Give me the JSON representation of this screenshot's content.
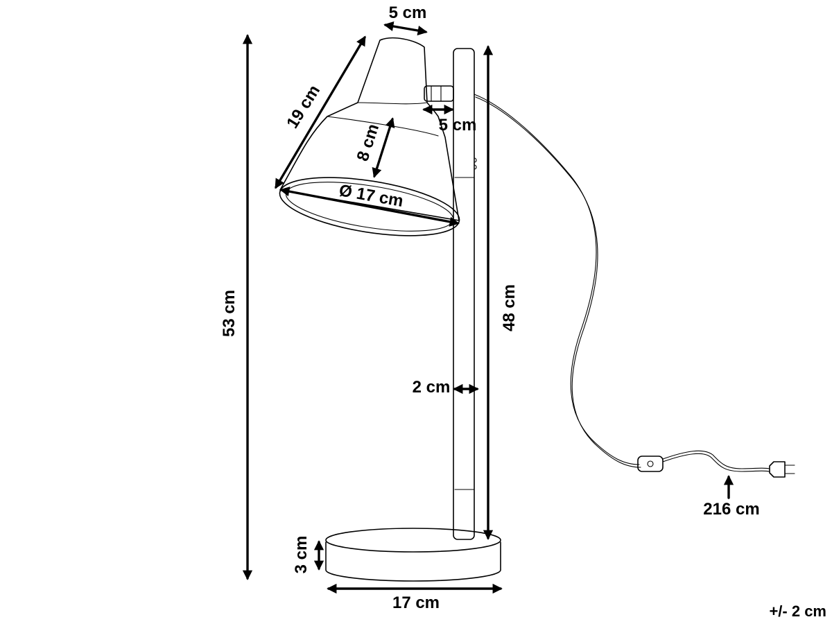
{
  "labels": {
    "top_width": "5 cm",
    "shade_length": "19 cm",
    "neck_width": "5 cm",
    "shade_height": "8 cm",
    "shade_diameter": "Ø 17 cm",
    "total_height": "53 cm",
    "pole_height": "48 cm",
    "pole_width": "2 cm",
    "cable_length": "216 cm",
    "base_height": "3 cm",
    "base_width": "17 cm",
    "tolerance": "+/- 2 cm"
  },
  "colors": {
    "stroke": "#000000",
    "background": "#ffffff"
  }
}
